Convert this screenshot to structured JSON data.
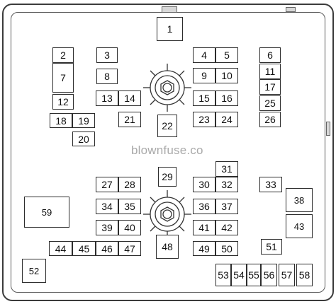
{
  "watermark": "blownfuse.co",
  "fuses": {
    "f1": "1",
    "f2": "2",
    "f3": "3",
    "f4": "4",
    "f5": "5",
    "f6": "6",
    "f7": "7",
    "f8": "8",
    "f9": "9",
    "f10": "10",
    "f11": "11",
    "f12": "12",
    "f13": "13",
    "f14": "14",
    "f15": "15",
    "f16": "16",
    "f17": "17",
    "f18": "18",
    "f19": "19",
    "f20": "20",
    "f21": "21",
    "f22": "22",
    "f23": "23",
    "f24": "24",
    "f25": "25",
    "f26": "26",
    "f27": "27",
    "f28": "28",
    "f29": "29",
    "f30": "30",
    "f31": "31",
    "f32": "32",
    "f33": "33",
    "f34": "34",
    "f35": "35",
    "f36": "36",
    "f37": "37",
    "f38": "38",
    "f39": "39",
    "f40": "40",
    "f41": "41",
    "f42": "42",
    "f43": "43",
    "f44": "44",
    "f45": "45",
    "f46": "46",
    "f47": "47",
    "f48": "48",
    "f49": "49",
    "f50": "50",
    "f51": "51",
    "f52": "52",
    "f53": "53",
    "f54": "54",
    "f55": "55",
    "f56": "56",
    "f57": "57",
    "f58": "58",
    "f59": "59"
  }
}
